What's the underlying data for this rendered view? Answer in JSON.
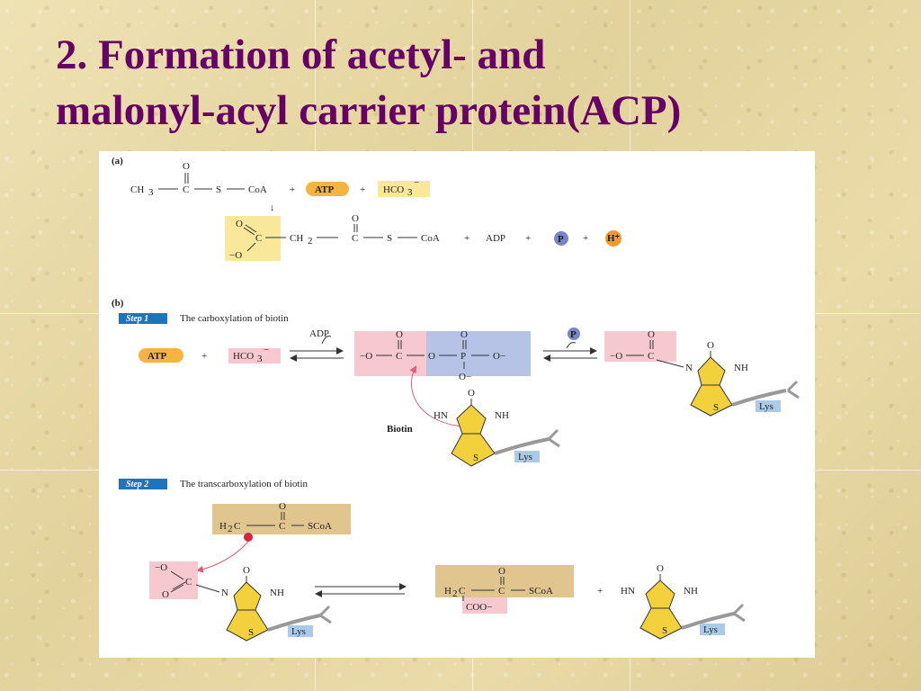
{
  "slide": {
    "title_line1": "2.   Formation of acetyl- and",
    "title_line2": "malonyl-acyl carrier protein(ACP)"
  },
  "colors": {
    "title": "#660066",
    "highlight_yellow": "#f9e79a",
    "highlight_pink": "#f6c9d0",
    "highlight_blue": "#b7c3e6",
    "highlight_tan": "#e0c58e",
    "ring_yellow": "#f2d13d",
    "step_blue": "#1f74b9",
    "lys_blue": "#a9cbe8"
  },
  "figure": {
    "part_a": {
      "label": "(a)",
      "ch3": "CH",
      "ch3_sub": "3",
      "o": "O",
      "c": "C",
      "s": "S",
      "coa": "CoA",
      "plus": "+",
      "atp": "ATP",
      "hco3": "HCO",
      "hco3_sub": "3",
      "hco3_sup": "−",
      "arrow": "↓",
      "o_minus": "−O",
      "ch2": "CH",
      "ch2_sub": "2",
      "adp": "ADP",
      "p": "P",
      "h_plus": "H⁺"
    },
    "part_b": {
      "label": "(b)",
      "step1_badge": "Step 1",
      "step1_text": "The carboxylation of biotin",
      "step2_badge": "Step 2",
      "step2_text": "The transcarboxylation of biotin",
      "adp": "ADP",
      "atp": "ATP",
      "hco3": "HCO",
      "hco3_sub": "3",
      "hco3_sup": "−",
      "plus": "+",
      "p": "P",
      "o": "O",
      "o_minus": "−O",
      "o_minus_right": "O−",
      "c": "C",
      "p_atom": "P",
      "n": "N",
      "nh": "NH",
      "hn": "HN",
      "s": "S",
      "lys": "Lys",
      "biotin": "Biotin",
      "h2c": "H",
      "h2c_sub": "2",
      "h2c_c": "C",
      "scoa": "SCoA",
      "coo": "COO−"
    }
  }
}
